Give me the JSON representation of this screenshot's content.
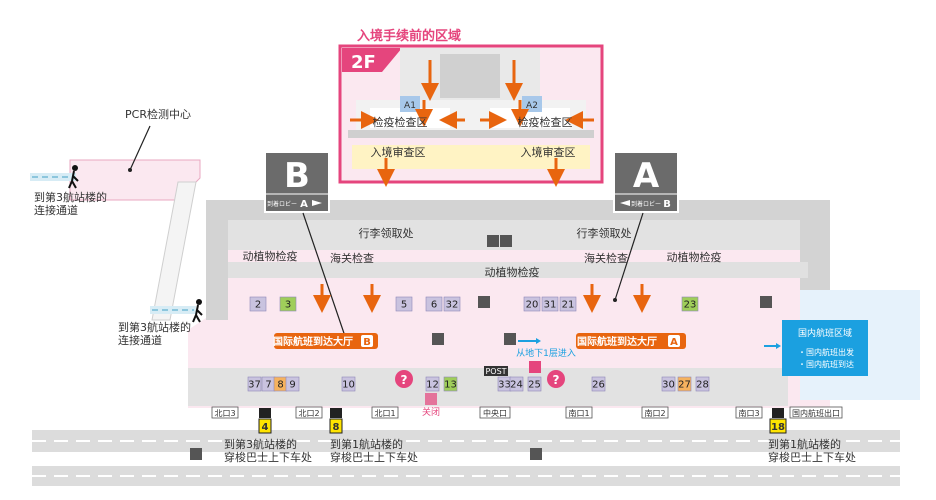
{
  "colors": {
    "accent": "#e5457d",
    "orange": "#e8650f",
    "gray": "#6b6b6b",
    "lightgray": "#d7d7d7",
    "pink": "#fbe8f0",
    "purple": "#c9c3df",
    "green": "#9fce5a",
    "orangeBox": "#f6b25e",
    "blue": "#1ba0e0",
    "yellow": "#ffe400"
  },
  "inset": {
    "title": "入境手续前的区域",
    "floor": "2F",
    "gate_a1": "A1",
    "gate_a2": "A2",
    "quarantine_left": "检疫检查区",
    "quarantine_right": "检疫检查区",
    "immigration_left": "入境审查区",
    "immigration_right": "入境审查区"
  },
  "pcr": "PCR检测中心",
  "connectors": {
    "terminal3_top_line1": "到第3航站楼的",
    "terminal3_top_line2": "连接通道",
    "terminal3_mid_line1": "到第3航站楼的",
    "terminal3_mid_line2": "连接通道"
  },
  "signs": {
    "b_letter": "B",
    "b_sub": "A",
    "b_lobby": "到着ロビー",
    "a_letter": "A",
    "a_sub": "B",
    "a_lobby": "到着ロビー"
  },
  "areas": {
    "baggage_left": "行李领取处",
    "baggage_right": "行李领取处",
    "plant_left": "动植物检疫",
    "customs_left": "海关检查",
    "plant_center": "动植物检疫",
    "customs_right": "海关检查",
    "plant_right": "动植物检疫"
  },
  "halls": {
    "hall_b": "国际航班到达大厅",
    "hall_b_letter": "B",
    "hall_a": "国际航班到达大厅",
    "hall_a_letter": "A"
  },
  "basement": "从地下1层进入",
  "domestic": {
    "title": "国内航班区域",
    "line1": "・国内航班出发",
    "line2": "・国内航班到达"
  },
  "counters_upper": [
    "2",
    "3",
    "5",
    "6",
    "32",
    "20",
    "31",
    "21",
    "23"
  ],
  "counters_lower": [
    "37",
    "7",
    "8",
    "9",
    "10",
    "12",
    "13",
    "33",
    "24",
    "25",
    "26",
    "30",
    "27",
    "28"
  ],
  "post": "POST",
  "closed": "关闭",
  "exits": [
    "北口3",
    "北口2",
    "北口1",
    "中央口",
    "南口1",
    "南口2",
    "南口3",
    "国内航班出口"
  ],
  "bus_stops": [
    "4",
    "8",
    "18"
  ],
  "bus_labels": {
    "stop4_line1": "到第3航站楼的",
    "stop4_line2": "穿梭巴士上下车处",
    "stop8_line1": "到第1航站楼的",
    "stop8_line2": "穿梭巴士上下车处",
    "stop18_line1": "到第1航站楼的",
    "stop18_line2": "穿梭巴士上下车处"
  }
}
